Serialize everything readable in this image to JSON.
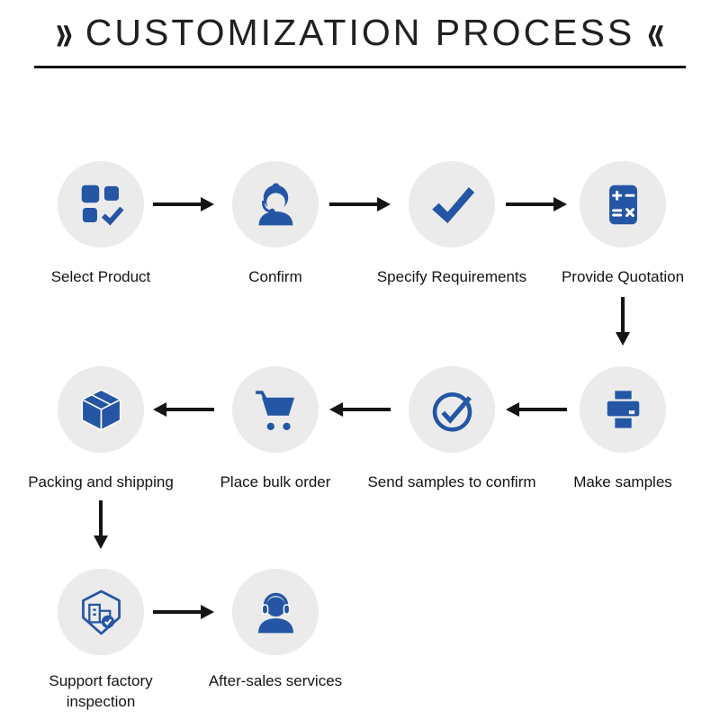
{
  "header": {
    "left_mark": "»",
    "title": "CUSTOMIZATION PROCESS",
    "right_mark": "«"
  },
  "steps": [
    {
      "label": "Select Product",
      "icon": "product-grid-check-icon"
    },
    {
      "label": "Confirm",
      "icon": "customer-service-agent-icon"
    },
    {
      "label": "Specify Requirements",
      "icon": "checkmark-icon"
    },
    {
      "label": "Provide Quotation",
      "icon": "calculator-icon"
    },
    {
      "label": "Make samples",
      "icon": "printer-icon"
    },
    {
      "label": "Send samples to confirm",
      "icon": "circle-check-icon"
    },
    {
      "label": "Place bulk order",
      "icon": "shopping-cart-icon"
    },
    {
      "label": "Packing and shipping",
      "icon": "package-box-icon"
    },
    {
      "label": "Support factory inspection",
      "icon": "factory-inspection-icon"
    },
    {
      "label": "After-sales services",
      "icon": "headset-person-icon"
    }
  ],
  "colors": {
    "icon_blue": "#2456a5",
    "circle_bg": "#ebebeb",
    "text": "#141414",
    "arrow": "#141414",
    "title_text": "#202020"
  }
}
